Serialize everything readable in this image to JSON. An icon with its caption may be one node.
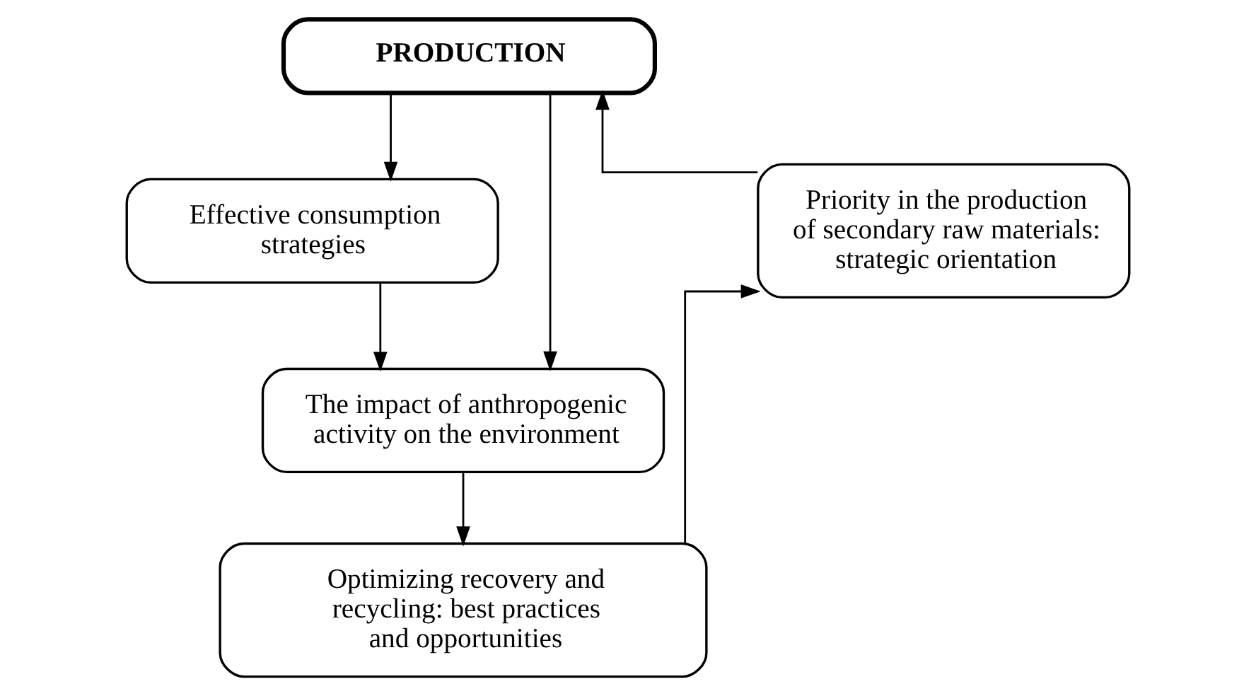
{
  "diagram": {
    "nodes": [
      {
        "text": [
          "PRODUCTION"
        ]
      },
      {
        "text": [
          "Effective consumption strategies"
        ]
      },
      {
        "text": [
          "Priority in the production of secondary raw materials: strategic orientation"
        ]
      },
      {
        "text": [
          "The impact of anthropogenic activity on the environment"
        ]
      },
      {
        "text": [
          "Optimizing recovery and recycling: best practices and opportunities"
        ]
      }
    ],
    "edges": [
      {
        "from": 0,
        "to": 1,
        "arrow": "to"
      },
      {
        "from": 0,
        "to": 3,
        "arrow": "to"
      },
      {
        "from": 1,
        "to": 3,
        "arrow": "to"
      },
      {
        "from": 3,
        "to": 4,
        "arrow": "to"
      },
      {
        "from": 4,
        "to": 2,
        "arrow": "to"
      },
      {
        "from": 2,
        "to": 0,
        "arrow": "to"
      }
    ]
  }
}
